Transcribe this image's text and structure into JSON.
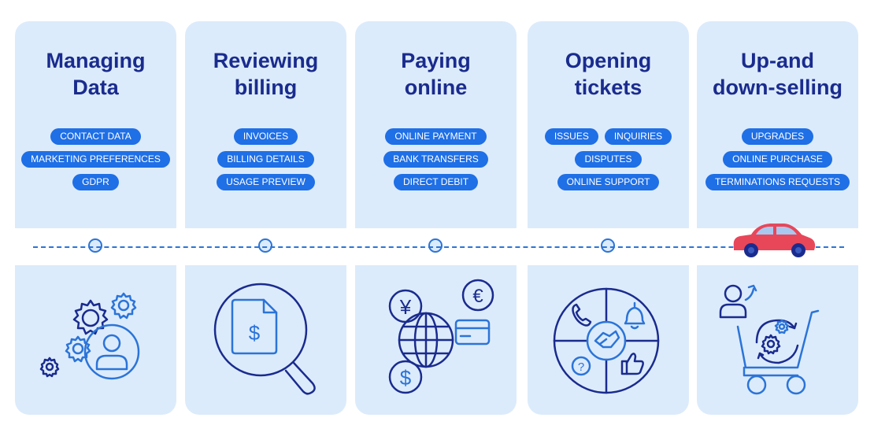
{
  "stages": [
    {
      "title_line1": "Managing",
      "title_line2": "Data",
      "tag_rows": [
        [
          "CONTACT DATA"
        ],
        [
          "MARKETING PREFERENCES"
        ],
        [
          "GDPR"
        ]
      ],
      "icon": "gears-user-icon"
    },
    {
      "title_line1": "Reviewing",
      "title_line2": "billing",
      "tag_rows": [
        [
          "INVOICES"
        ],
        [
          "BILLING DETAILS"
        ],
        [
          "USAGE PREVIEW"
        ]
      ],
      "icon": "magnifier-invoice-icon"
    },
    {
      "title_line1": "Paying",
      "title_line2": "online",
      "tag_rows": [
        [
          "ONLINE PAYMENT"
        ],
        [
          "BANK TRANSFERS"
        ],
        [
          "DIRECT DEBIT"
        ]
      ],
      "icon": "globe-currency-icon",
      "icon_labels": {
        "yen": "¥",
        "euro": "€",
        "dollar": "$"
      }
    },
    {
      "title_line1": "Opening",
      "title_line2": "tickets",
      "tag_rows": [
        [
          "ISSUES",
          "INQUIRIES"
        ],
        [
          "DISPUTES"
        ],
        [
          "ONLINE SUPPORT"
        ]
      ],
      "icon": "support-wheel-icon",
      "icon_labels": {
        "question": "?"
      }
    },
    {
      "title_line1": "Up-and",
      "title_line2": "down-selling",
      "tag_rows": [
        [
          "UPGRADES"
        ],
        [
          "ONLINE PURCHASE"
        ],
        [
          "TERMINATIONS REQUESTS"
        ]
      ],
      "icon": "cart-user-icon"
    }
  ],
  "invoice_symbol": "$",
  "colors": {
    "panel": "#dcebfb",
    "title": "#1a2b8e",
    "tag": "#1f6fe6",
    "timeline": "#2b74d8",
    "car": "#e8475a"
  },
  "timeline_marker": "car-icon"
}
